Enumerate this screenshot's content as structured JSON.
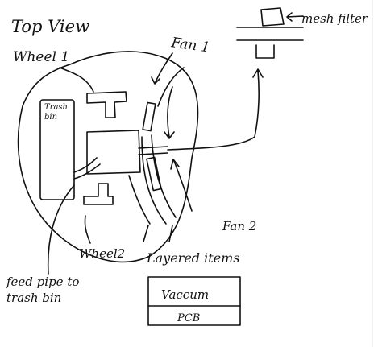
{
  "diagram": {
    "title": "Top View",
    "labels": {
      "wheel1": "Wheel 1",
      "wheel2": "Wheel2",
      "fan1": "Fan 1",
      "fan2": "Fan 2",
      "trash_bin": "Trash bin",
      "mesh_filter": "mesh filter",
      "feed_pipe": "feed pipe to trash bin",
      "layered_items": "Layered items"
    },
    "layers": [
      "Vaccum",
      "PCB"
    ]
  }
}
